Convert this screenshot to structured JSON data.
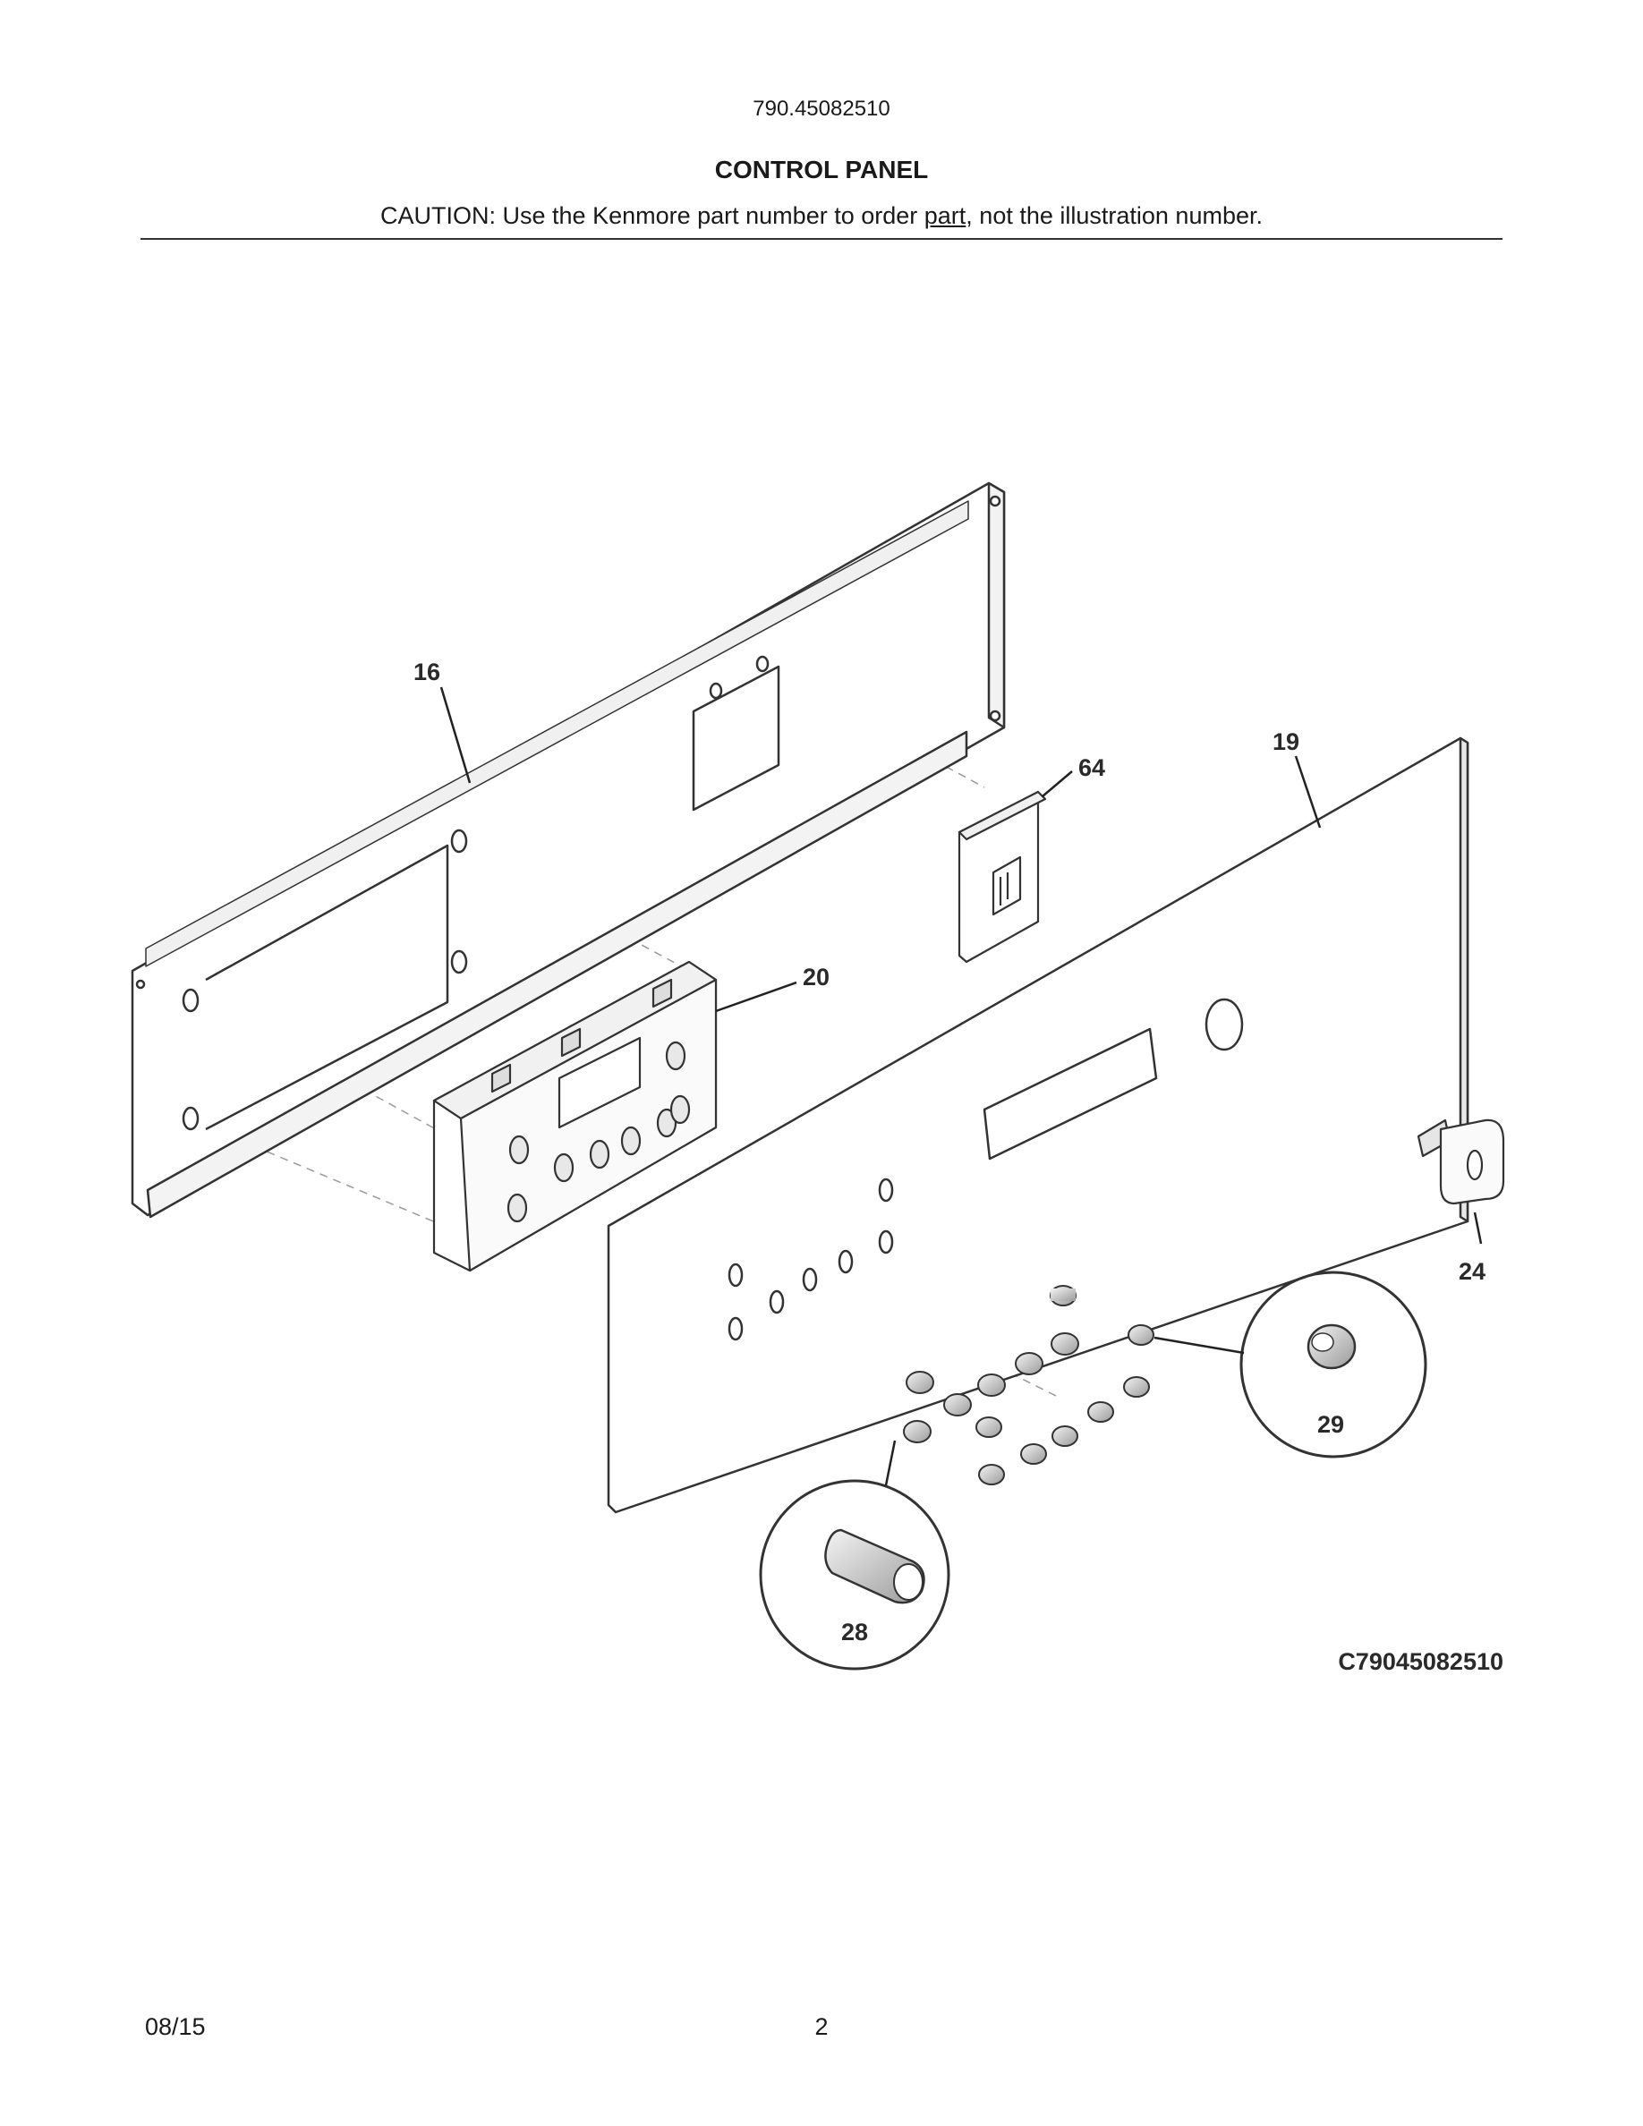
{
  "header": {
    "model_number": "790.45082510",
    "section_title": "CONTROL PANEL",
    "caution_prefix": "CAUTION: Use the Kenmore part number to order ",
    "caution_underlined": "part",
    "caution_suffix": ", not the illustration number."
  },
  "diagram": {
    "figure_code": "C79045082510",
    "callouts": {
      "p16": "16",
      "p19": "19",
      "p20": "20",
      "p24": "24",
      "p28": "28",
      "p29": "29",
      "p64": "64"
    }
  },
  "footer": {
    "date": "08/15",
    "page_number": "2"
  }
}
